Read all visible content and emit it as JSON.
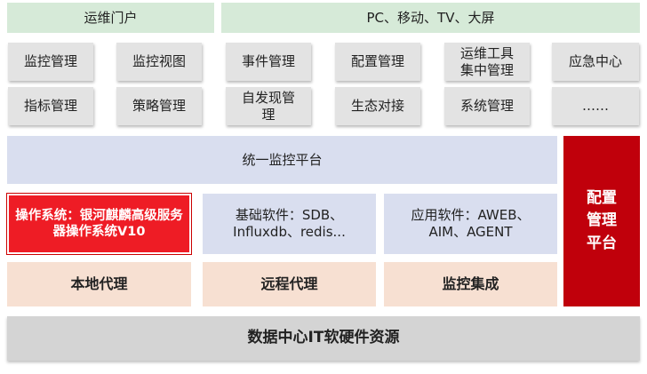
{
  "top_row": {
    "portal": "运维门户",
    "channels": "PC、移动、TV、大屏"
  },
  "modules_row1": [
    "监控管理",
    "监控视图",
    "事件管理",
    "配置管理",
    "运维工具\n集中管理",
    "应急中心"
  ],
  "modules_row2": [
    "指标管理",
    "策略管理",
    "自发现管\n理",
    "生态对接",
    "系统管理",
    "……"
  ],
  "platform": "统一监控平台",
  "os_box": "操作系统：银河麒麟高级服务器操作系统V10",
  "base_software": "基础软件：SDB、Influxdb、redis...",
  "app_software": "应用软件：AWEB、AIM、AGENT",
  "agents": [
    "本地代理",
    "远程代理",
    "监控集成"
  ],
  "config_platform": "配置\n管理\n平台",
  "resources": "数据中心IT软硬件资源"
}
